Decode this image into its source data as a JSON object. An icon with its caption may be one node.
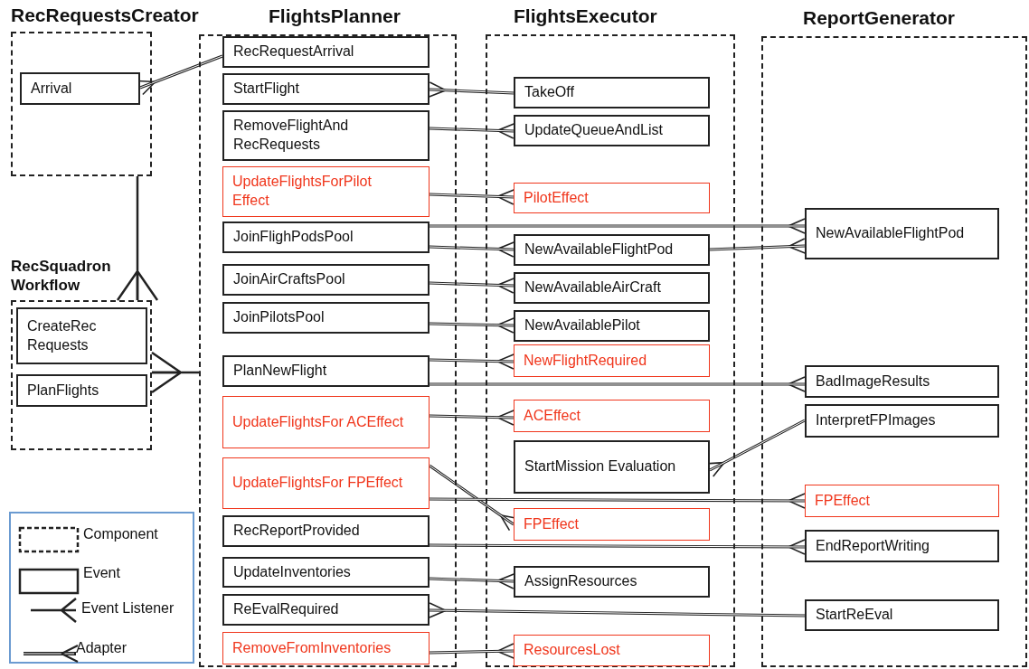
{
  "diagram": {
    "nodes": [
      {
        "text": [
          "RecRequestsCreator"
        ]
      },
      {
        "text": [
          "Arrival"
        ],
        "in": 0
      },
      {
        "text": [
          "FlightsPlanner"
        ]
      },
      {
        "text": [
          "RecRequestArrival"
        ],
        "in": 2
      },
      {
        "text": [
          "StartFlight"
        ],
        "in": 2
      },
      {
        "text": [
          "RemoveFlightAnd RecRequests"
        ],
        "in": 2
      },
      {
        "text": [
          "UpdateFlightsForPilot Effect"
        ],
        "in": 2
      },
      {
        "text": [
          "JoinFlighPodsPool"
        ],
        "in": 2
      },
      {
        "text": [
          "JoinAirCraftsPool"
        ],
        "in": 2
      },
      {
        "text": [
          "JoinPilotsPool"
        ],
        "in": 2
      },
      {
        "text": [
          "PlanNewFlight"
        ],
        "in": 2
      },
      {
        "text": [
          "UpdateFlightsFor ACEffect"
        ],
        "in": 2
      },
      {
        "text": [
          "UpdateFlightsFor FPEffect"
        ],
        "in": 2
      },
      {
        "text": [
          "RecReportProvided"
        ],
        "in": 2
      },
      {
        "text": [
          "UpdateInventories"
        ],
        "in": 2
      },
      {
        "text": [
          "ReEvalRequired"
        ],
        "in": 2
      },
      {
        "text": [
          "RemoveFromInventories"
        ],
        "in": 2
      },
      {
        "text": [
          "FlightsExecutor"
        ]
      },
      {
        "text": [
          "TakeOff"
        ],
        "in": 17
      },
      {
        "text": [
          "UpdateQueueAndList"
        ],
        "in": 17
      },
      {
        "text": [
          "PilotEffect"
        ],
        "in": 17
      },
      {
        "text": [
          "NewAvailableFlightPod"
        ],
        "in": 17
      },
      {
        "text": [
          "NewAvailableAirCraft"
        ],
        "in": 17
      },
      {
        "text": [
          "NewAvailablePilot"
        ],
        "in": 17
      },
      {
        "text": [
          "NewFlightRequired"
        ],
        "in": 17
      },
      {
        "text": [
          "ACEffect"
        ],
        "in": 17
      },
      {
        "text": [
          "StartMission Evaluation"
        ],
        "in": 17
      },
      {
        "text": [
          "FPEffect"
        ],
        "in": 17
      },
      {
        "text": [
          "AssignResources"
        ],
        "in": 17
      },
      {
        "text": [
          "ResourcesLost"
        ],
        "in": 17
      },
      {
        "text": [
          "ReportGenerator"
        ]
      },
      {
        "text": [
          "NewAvailableFlightPod"
        ],
        "in": 30
      },
      {
        "text": [
          "BadImageResults"
        ],
        "in": 30
      },
      {
        "text": [
          "InterpretFPImages"
        ],
        "in": 30
      },
      {
        "text": [
          "FPEffect"
        ],
        "in": 30
      },
      {
        "text": [
          "EndReportWriting"
        ],
        "in": 30
      },
      {
        "text": [
          "StartReEval"
        ],
        "in": 30
      },
      {
        "text": [
          "RecSquadron Workflow"
        ]
      },
      {
        "text": [
          "CreateRec Requests"
        ],
        "in": 37
      },
      {
        "text": [
          "PlanFlights"
        ],
        "in": 37
      }
    ],
    "edges": [
      {
        "from": 3,
        "to": 1,
        "arrow": "other"
      },
      {
        "from": 18,
        "to": 4,
        "arrow": "other"
      },
      {
        "from": 5,
        "to": 19,
        "arrow": "other"
      },
      {
        "from": 6,
        "to": 20,
        "arrow": "other"
      },
      {
        "from": 7,
        "to": 31,
        "arrow": "other"
      },
      {
        "from": 7,
        "to": 21,
        "arrow": "other"
      },
      {
        "from": 21,
        "to": 31,
        "arrow": "other"
      },
      {
        "from": 8,
        "to": 22,
        "arrow": "other"
      },
      {
        "from": 9,
        "to": 23,
        "arrow": "other"
      },
      {
        "from": 10,
        "to": 24,
        "arrow": "other"
      },
      {
        "from": 10,
        "to": 32,
        "arrow": "other"
      },
      {
        "from": 11,
        "to": 25,
        "arrow": "other"
      },
      {
        "from": 12,
        "to": 27,
        "arrow": "other"
      },
      {
        "from": 12,
        "to": 34,
        "arrow": "other"
      },
      {
        "from": 33,
        "to": 26,
        "arrow": "other"
      },
      {
        "from": 13,
        "to": 35,
        "arrow": "other"
      },
      {
        "from": 14,
        "to": 28,
        "arrow": "other"
      },
      {
        "from": 36,
        "to": 15,
        "arrow": "other"
      },
      {
        "from": 16,
        "to": 29,
        "arrow": "other"
      },
      {
        "from": 0,
        "to": 37,
        "arrow": "other"
      },
      {
        "from": 2,
        "to": 37,
        "arrow": "other"
      }
    ],
    "legend": [
      {
        "text": "Component"
      },
      {
        "text": "Event"
      },
      {
        "text": "Event Listener"
      },
      {
        "text": "Adapter"
      }
    ]
  }
}
